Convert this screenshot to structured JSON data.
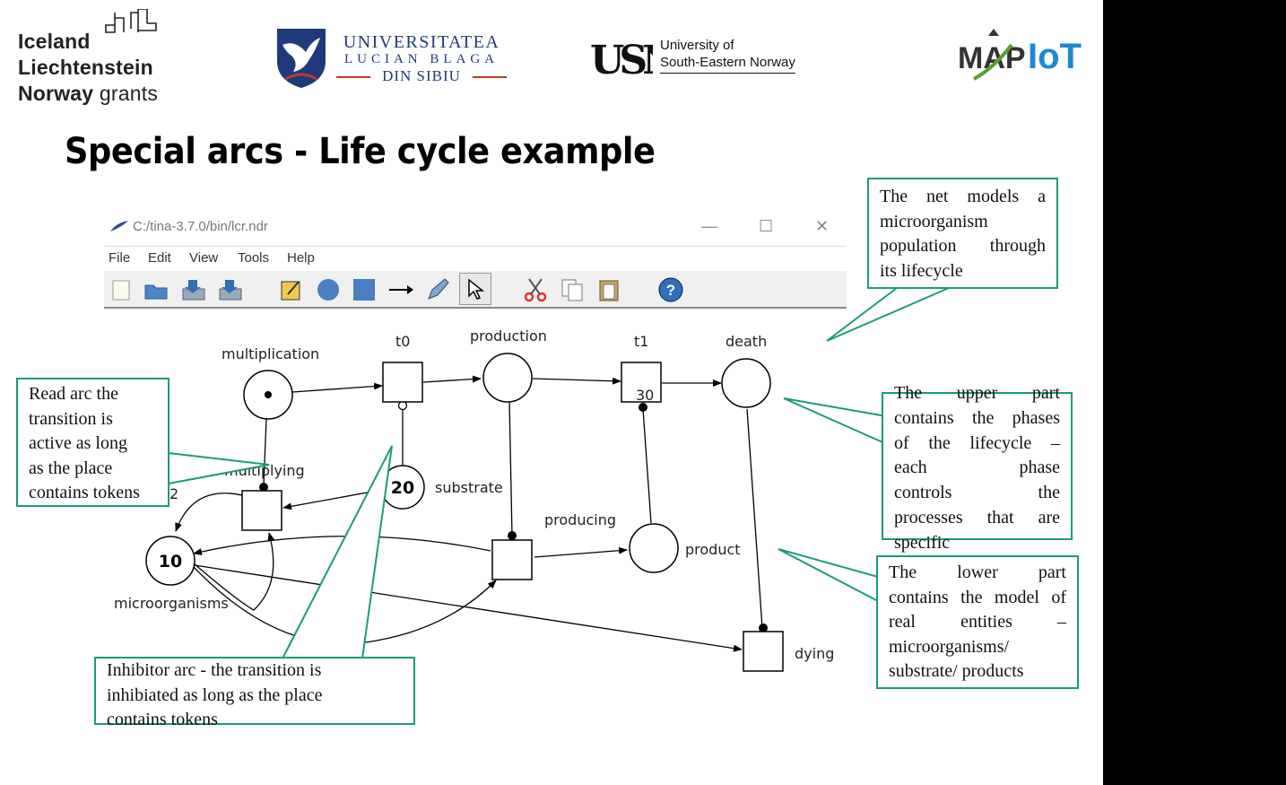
{
  "header": {
    "logo_grants": {
      "line1": "Iceland",
      "line2": "Liechtenstein",
      "line3_bold": "Norway",
      "line3_light": "grants"
    },
    "logo_ulbs": {
      "line1": "UNIVERSITATEA",
      "line2": "LUCIAN BLAGA",
      "line3": "DIN SIBIU"
    },
    "logo_usn": {
      "mark": "USN",
      "line1": "University of",
      "line2": "South-Eastern Norway"
    },
    "logo_mapiot": {
      "text_a": "MAP",
      "text_b": "IoT"
    }
  },
  "slide": {
    "title": "Special arcs - Life cycle example"
  },
  "window": {
    "path": "C:/tina-3.7.0/bin/lcr.ndr",
    "menu": [
      "File",
      "Edit",
      "View",
      "Tools",
      "Help"
    ],
    "toolbar_icons": [
      "new-file-icon",
      "open-folder-icon",
      "save-icon",
      "save-as-icon",
      "edit-note-icon",
      "place-circle-icon",
      "transition-square-icon",
      "arc-arrow-icon",
      "pencil-edit-icon",
      "select-pointer-icon",
      "cut-scissors-icon",
      "copy-icon",
      "paste-icon",
      "help-icon"
    ]
  },
  "net": {
    "places": {
      "multiplication": "multiplication",
      "production": "production",
      "death": "death",
      "substrate": "substrate",
      "substrate_tokens": "20",
      "product": "product",
      "microorganisms": "microorganisms",
      "microorganisms_tokens": "10"
    },
    "transitions": {
      "t0": "t0",
      "t1": "t1",
      "t1_weight": "30",
      "multiplying": "multiplying",
      "multiplying_weight": "2",
      "producing": "producing",
      "dying": "dying"
    }
  },
  "callouts": {
    "net_models": [
      "The net models a",
      "microorganism",
      "population through",
      "its lifecycle"
    ],
    "read_arc": [
      "Read arc the",
      "transition is",
      "active as long",
      "as the place",
      "contains tokens"
    ],
    "upper_part": [
      "The upper part",
      "contains the phases",
      "of the lifecycle –",
      "each phase",
      "controls the",
      "processes that are",
      "specific"
    ],
    "lower_part": [
      "The lower part",
      "contains the model of",
      "real entities –",
      "microorganisms/",
      "substrate/ products"
    ],
    "inhibitor_arc": [
      "Inhibitor arc - the transition is",
      "inhibiated as long as the place",
      "contains tokens"
    ]
  },
  "colors": {
    "callout_border": "#1a9a7a",
    "ulbs_blue": "#1f3a7a",
    "mapiot_blue": "#1e88d2",
    "mapiot_green": "#5aa02c"
  }
}
